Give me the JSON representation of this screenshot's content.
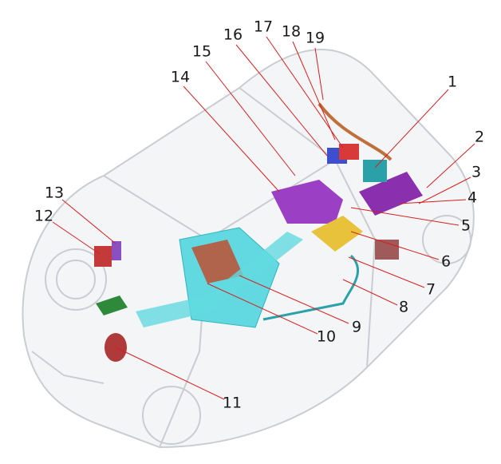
{
  "callouts": [
    {
      "label": "1"
    },
    {
      "label": "2"
    },
    {
      "label": "3"
    },
    {
      "label": "4"
    },
    {
      "label": "5"
    },
    {
      "label": "6"
    },
    {
      "label": "7"
    },
    {
      "label": "8"
    },
    {
      "label": "9"
    },
    {
      "label": "10"
    },
    {
      "label": "11"
    },
    {
      "label": "12"
    },
    {
      "label": "13"
    },
    {
      "label": "14"
    },
    {
      "label": "15"
    },
    {
      "label": "16"
    },
    {
      "label": "17"
    },
    {
      "label": "18"
    },
    {
      "label": "19"
    }
  ],
  "colors": {
    "leader": "#d42020",
    "battery": "#5fd8df",
    "motor": "#9b3fc4",
    "charger": "#e8c23a"
  }
}
